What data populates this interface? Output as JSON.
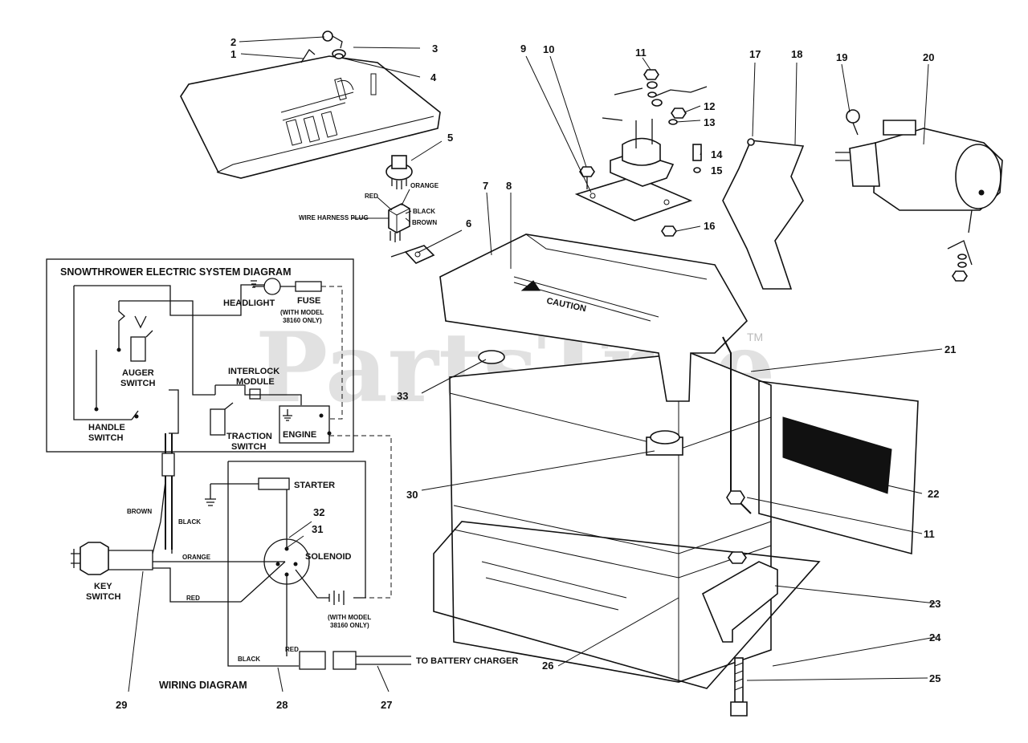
{
  "diagram": {
    "watermark": "PartsTree",
    "watermark_tm": "TM",
    "callouts": [
      "1",
      "2",
      "3",
      "4",
      "5",
      "6",
      "7",
      "8",
      "9",
      "10",
      "11",
      "12",
      "13",
      "14",
      "15",
      "16",
      "17",
      "18",
      "19",
      "20",
      "21",
      "22",
      "23",
      "24",
      "25",
      "26",
      "27",
      "28",
      "29",
      "30",
      "31",
      "32",
      "33"
    ],
    "callout_11_repeat": "11",
    "key_switch_plug": {
      "wire_harness_plug": "WIRE HARNESS PLUG",
      "red": "RED",
      "orange": "ORANGE",
      "black": "BLACK",
      "brown": "BROWN"
    },
    "battery_cover_label": "CAUTION",
    "system_diagram": {
      "title": "SNOWTHROWER ELECTRIC SYSTEM DIAGRAM",
      "headlight": "HEADLIGHT",
      "fuse": "FUSE",
      "fuse_note_1": "(WITH MODEL",
      "fuse_note_2": "38160 ONLY)",
      "auger_switch_1": "AUGER",
      "auger_switch_2": "SWITCH",
      "handle_switch_1": "HANDLE",
      "handle_switch_2": "SWITCH",
      "interlock_1": "INTERLOCK",
      "interlock_2": "MODULE",
      "traction_1": "TRACTION",
      "traction_2": "SWITCH",
      "engine": "ENGINE"
    },
    "wiring": {
      "title": "WIRING DIAGRAM",
      "starter": "STARTER",
      "solenoid": "SOLENOID",
      "key_switch_1": "KEY",
      "key_switch_2": "SWITCH",
      "brown": "BROWN",
      "black": "BLACK",
      "orange": "ORANGE",
      "red": "RED",
      "red_2": "RED",
      "black_2": "BLACK",
      "battery_note_1": "(WITH MODEL",
      "battery_note_2": "38160 ONLY)",
      "to_charger": "TO BATTERY CHARGER"
    }
  }
}
